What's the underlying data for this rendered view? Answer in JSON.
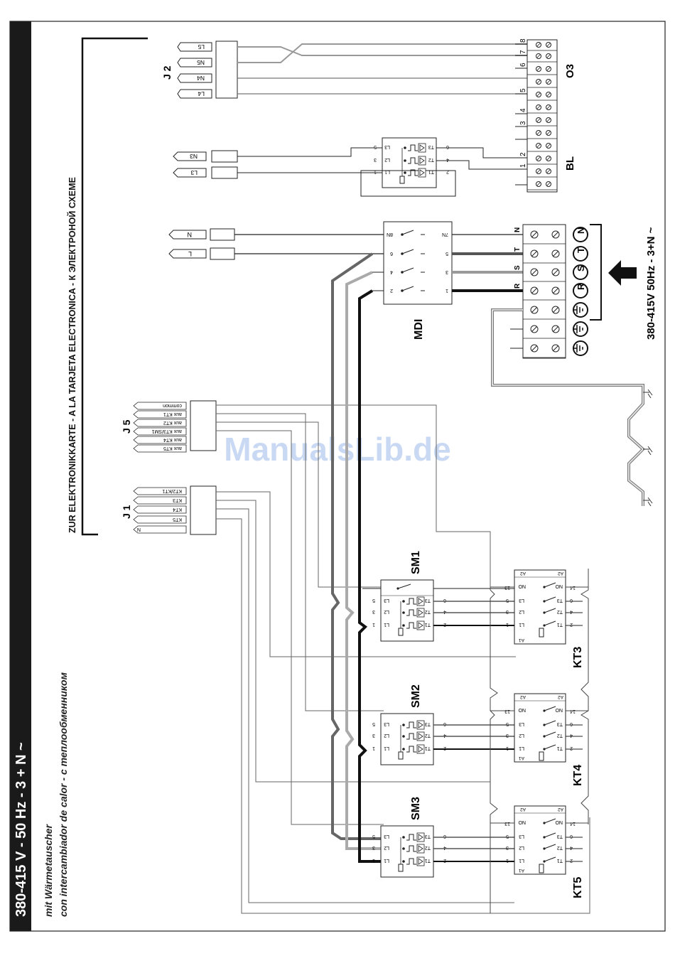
{
  "header": {
    "title": "380-415 V - 50 Hz - 3 + N ~",
    "subtitle_de": "mit Wärmetauscher",
    "subtitle_es_ru": "con intercambiador de calor - с теплообменником"
  },
  "top_label": "ZUR ELEKTRONIKKARTE - A LA TARJETA ELECTRONICA - К ЭЛЕКТРОНОЙ СХЕМЕ",
  "supply_label": "380-415V 50Hz - 3+N ~",
  "watermark": "ManualsLib.de",
  "connectors": {
    "j1": {
      "name": "J 1",
      "pins": [
        "KT2/KT1",
        "KT3",
        "KT4",
        "KT5",
        "N"
      ]
    },
    "j2": {
      "name": "J 2",
      "pins": [
        "L5",
        "N5",
        "N4",
        "L4"
      ]
    },
    "j5": {
      "name": "J 5",
      "pins": [
        "common",
        "aux KT1",
        "aux KT2",
        "aux KT3/SM1",
        "aux KT4",
        "aux KT5"
      ]
    },
    "left_cables": [
      "N3",
      "L3",
      "N",
      "L"
    ]
  },
  "terminal_blocks": {
    "o3": {
      "name": "O3",
      "numbers": [
        "8",
        "7",
        "6",
        "5",
        "4",
        "3",
        "2",
        "1"
      ]
    },
    "bl": {
      "name": "BL"
    },
    "supply": {
      "letters": [
        "N",
        "T",
        "S",
        "R"
      ],
      "circles": [
        "N",
        "T",
        "S",
        "R"
      ]
    }
  },
  "devices": {
    "mdi": {
      "name": "MDI",
      "pins_left": [
        "8N",
        "6",
        "4",
        "2"
      ],
      "pins_right": [
        "7N",
        "5",
        "3",
        "1"
      ]
    },
    "sm1": {
      "name": "SM1"
    },
    "sm2": {
      "name": "SM2"
    },
    "sm3": {
      "name": "SM3"
    },
    "kt3": {
      "name": "KT3"
    },
    "kt4": {
      "name": "KT4"
    },
    "kt5": {
      "name": "KT5"
    }
  },
  "relay_labels": {
    "l": [
      "L3",
      "L2",
      "L1"
    ],
    "t": [
      "T3",
      "T2",
      "T1"
    ],
    "pin_l": [
      "5",
      "3",
      "1"
    ],
    "pin_t": [
      "6",
      "4",
      "2"
    ]
  },
  "contactor_labels": {
    "a1": "A1",
    "a2": "A2",
    "no": "NO",
    "n13": "13",
    "n14": "14"
  }
}
